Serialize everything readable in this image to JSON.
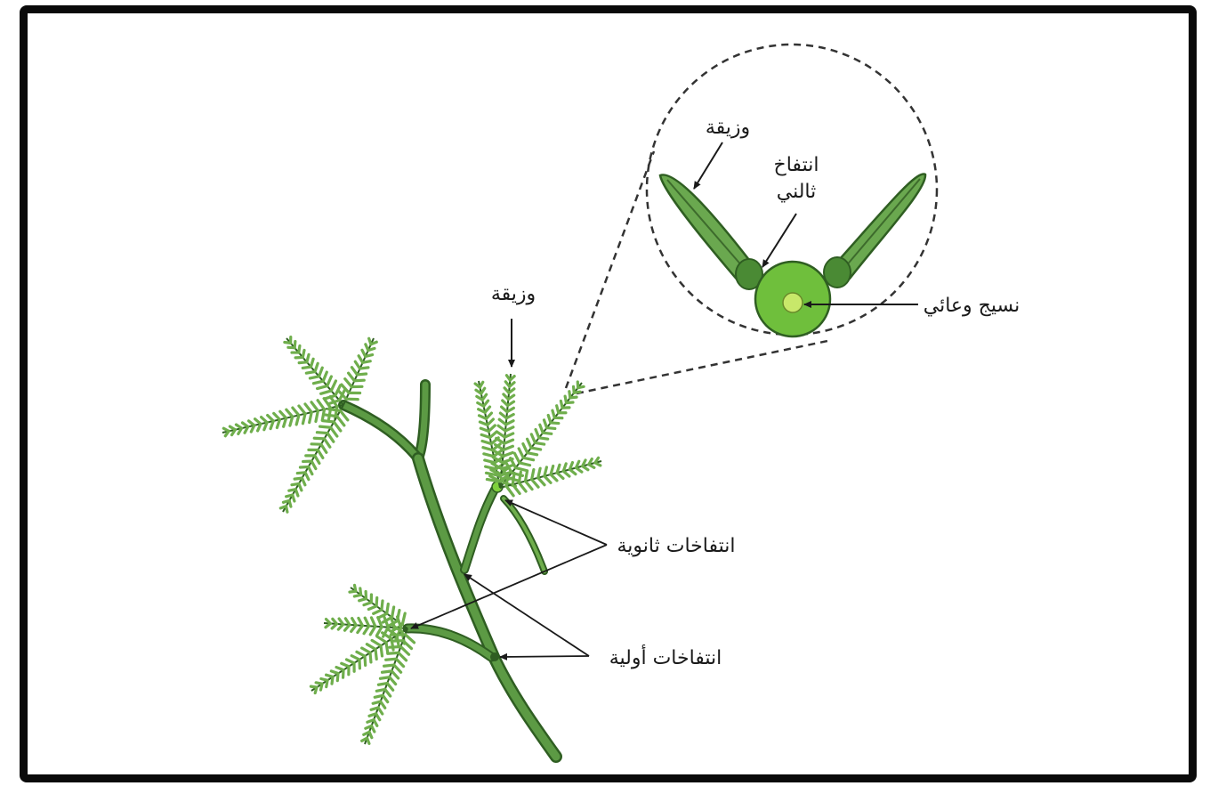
{
  "labels": {
    "leaflet_plant": "وزيقة",
    "leaflet_zoom": "وزيقة",
    "secondary_pulvinus_line1": "انتفاخ",
    "secondary_pulvinus_line2": "ثالني",
    "vascular_tissue": "نسيج وعائي",
    "secondary_pulvini": "انتفاخات ثانوية",
    "primary_pulvini": "انتفاخات أولية"
  },
  "colors": {
    "border": "#0a0a0a",
    "stem": "#4f8a3a",
    "stem_dark": "#2f5e22",
    "leaflet": "#6aa84f",
    "leaflet_dark": "#3d6b2c",
    "fern": "#6fae4c",
    "pulvinus_bright": "#7fd03c",
    "vascular": "#c8e86a",
    "line": "#1a1a1a"
  }
}
